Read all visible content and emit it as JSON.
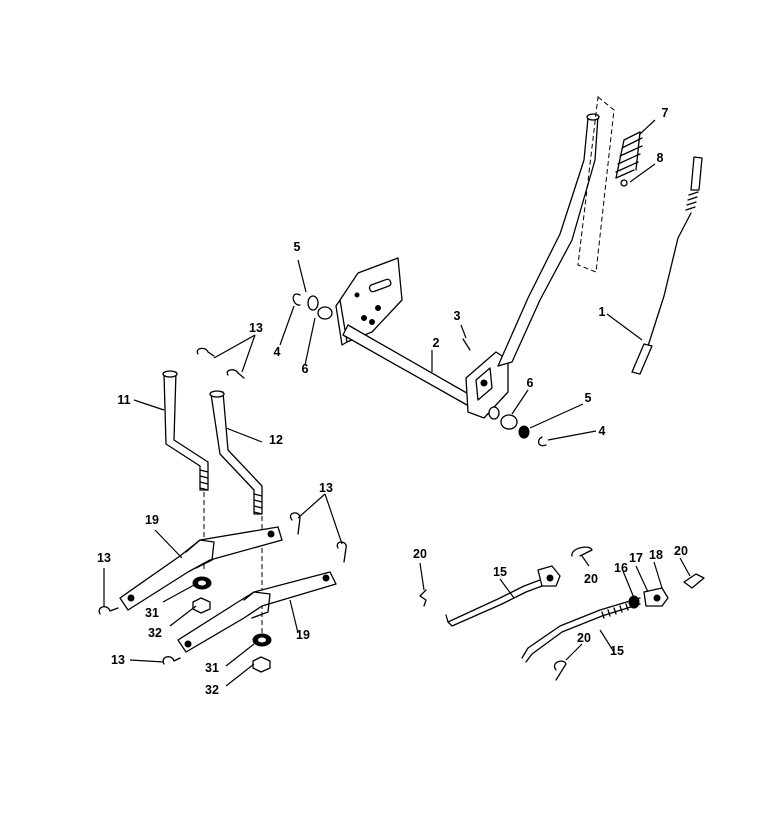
{
  "diagram": {
    "callouts": {
      "c1": "1",
      "c2": "2",
      "c3": "3",
      "c4a": "4",
      "c4b": "4",
      "c5a": "5",
      "c5b": "5",
      "c6a": "6",
      "c6b": "6",
      "c7": "7",
      "c8": "8",
      "c11": "11",
      "c12": "12",
      "c13a": "13",
      "c13b": "13",
      "c13c": "13",
      "c13d": "13",
      "c15a": "15",
      "c15b": "15",
      "c16": "16",
      "c17": "17",
      "c18": "18",
      "c19a": "19",
      "c19b": "19",
      "c20a": "20",
      "c20b": "20",
      "c20c": "20",
      "c20d": "20",
      "c31a": "31",
      "c31b": "31",
      "c32a": "32",
      "c32b": "32"
    }
  }
}
